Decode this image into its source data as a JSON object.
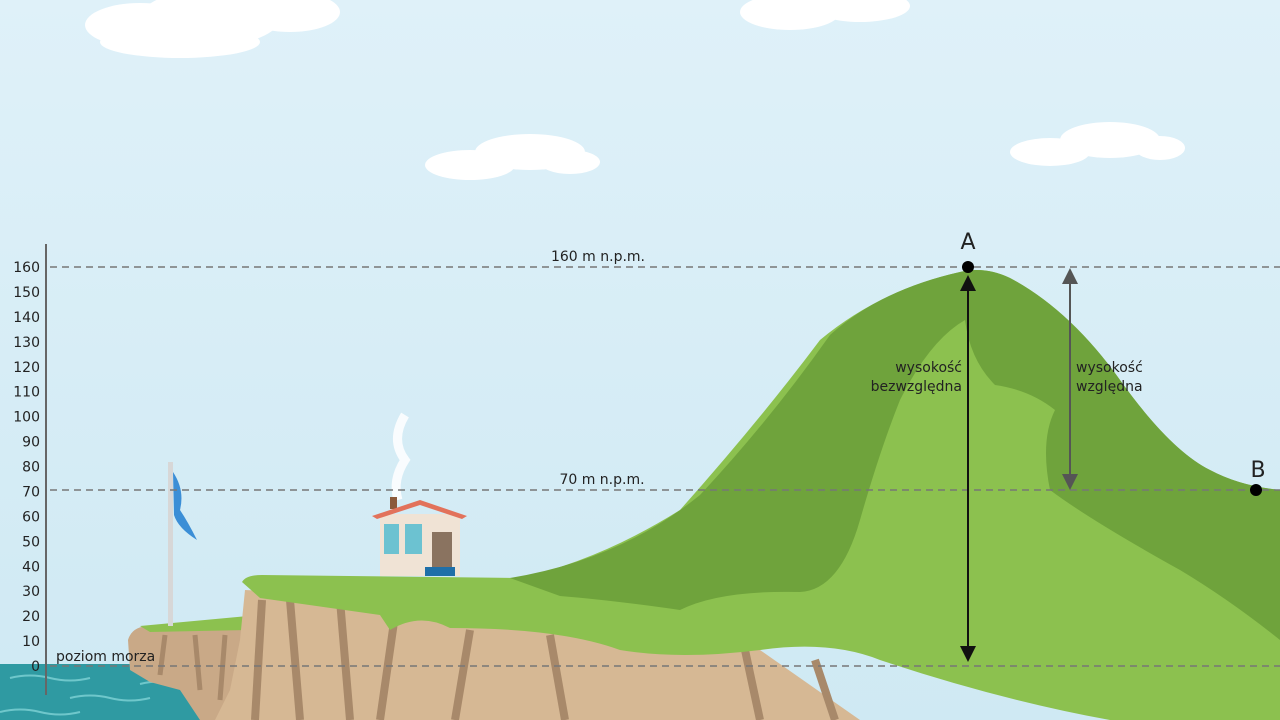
{
  "diagram": {
    "axis": {
      "ticks": [
        "0",
        "10",
        "20",
        "30",
        "40",
        "50",
        "60",
        "70",
        "80",
        "90",
        "100",
        "110",
        "120",
        "130",
        "140",
        "150",
        "160"
      ]
    },
    "sea_level_label": "poziom morza",
    "reference_lines": [
      {
        "label": "160 m n.p.m.",
        "value": 160
      },
      {
        "label": "70 m n.p.m.",
        "value": 70
      }
    ],
    "points": {
      "a": {
        "label": "A",
        "elevation": 160
      },
      "b": {
        "label": "B",
        "elevation": 70
      }
    },
    "absolute_height": {
      "line1": "wysokość",
      "line2": "bezwzględna"
    },
    "relative_height": {
      "line1": "wysokość",
      "line2": "względna"
    },
    "colors": {
      "sky": "#e3f3fa",
      "hill_light": "#8cc14f",
      "hill_dark": "#6fa33c",
      "cliff": "#c9a987",
      "sea": "#2f9aa2",
      "roof": "#e2725b",
      "flag": "#3b8ed6"
    }
  }
}
